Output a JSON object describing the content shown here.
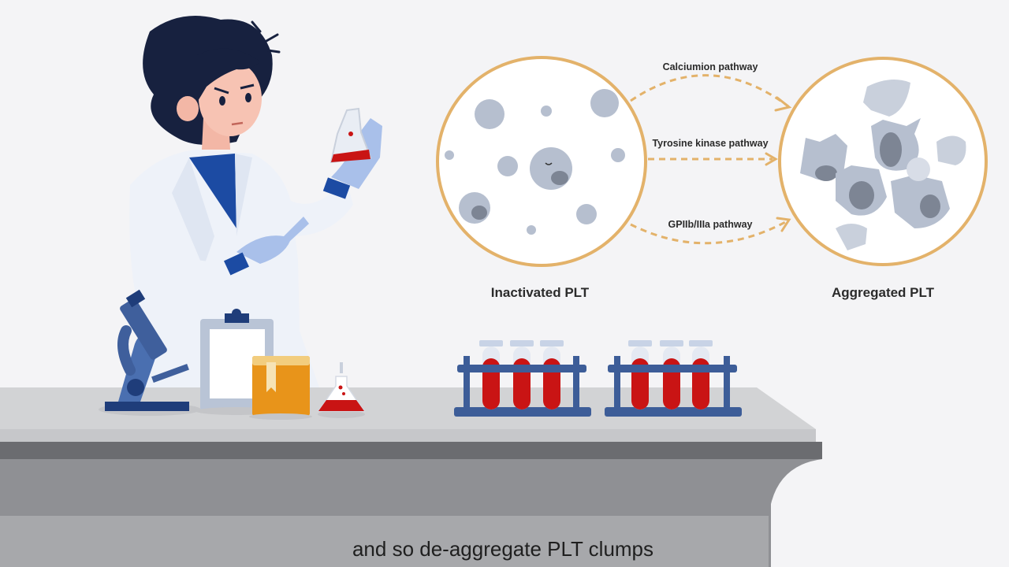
{
  "diagram": {
    "pathways": [
      {
        "label": "Calciumion pathway"
      },
      {
        "label": "Tyrosine kinase pathway"
      },
      {
        "label": "GPIIb/IIIa pathway"
      }
    ],
    "left_circle_label": "Inactivated PLT",
    "right_circle_label": "Aggregated PLT"
  },
  "subtitle": "and so de-aggregate PLT clumps",
  "colors": {
    "circle_border": "#e3b26a",
    "platelet": "#b6bfcf",
    "platelet_dark": "#7d8594",
    "blood": "#c91414",
    "rack": "#3d5d98",
    "counter_top": "#d2d3d5",
    "counter_front": "#8f9094",
    "counter_edge": "#6b6c70",
    "coat": "#eef2f9",
    "hair": "#17213f",
    "glove": "#a9c0ea",
    "book": "#e8941a"
  }
}
